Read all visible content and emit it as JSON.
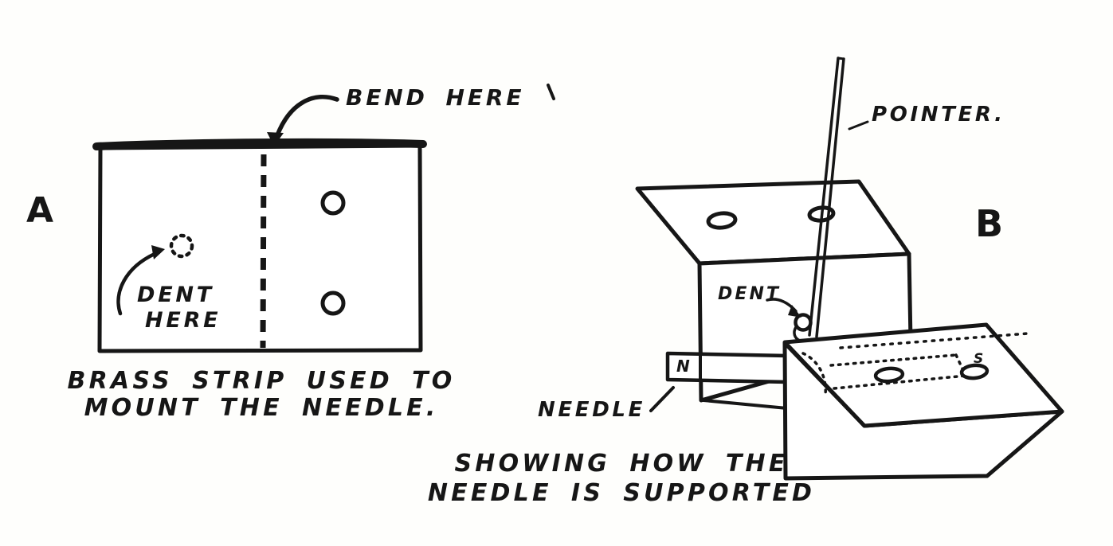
{
  "figure_a": {
    "label": "A",
    "bend_here_label": "BEND HERE",
    "dent_label_line1": "DENT",
    "dent_label_line2": "HERE",
    "caption_line1": "BRASS STRIP USED TO",
    "caption_line2": "MOUNT THE NEEDLE."
  },
  "figure_b": {
    "label": "B",
    "pointer_label": "POINTER.",
    "dent_label": "DENT",
    "needle_label": "NEEDLE",
    "north_pole_label": "N",
    "south_pole_label": "S",
    "caption_line1": "SHOWING HOW THE",
    "caption_line2": "NEEDLE IS SUPPORTED"
  },
  "colors": {
    "ink": "#161616",
    "paper": "#fefefc"
  }
}
